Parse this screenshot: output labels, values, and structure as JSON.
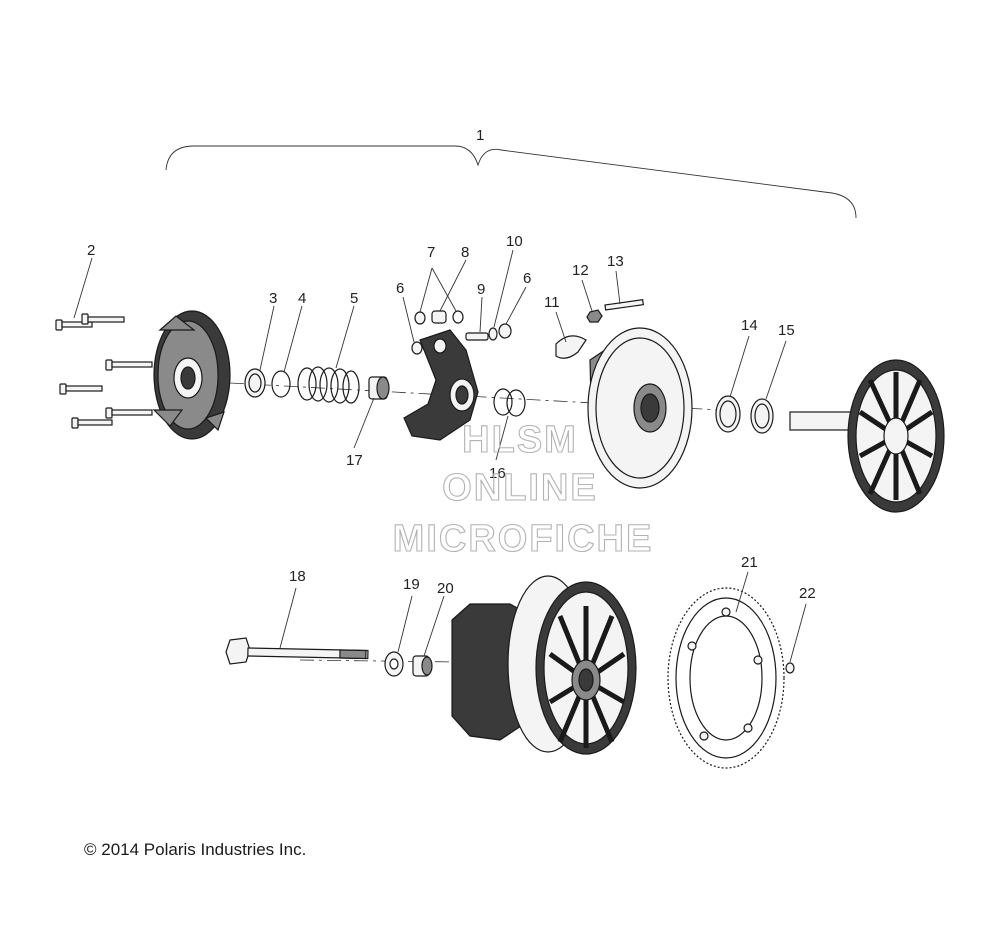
{
  "callouts": {
    "c1": "1",
    "c2": "2",
    "c3": "3",
    "c4": "4",
    "c5": "5",
    "c6a": "6",
    "c6b": "6",
    "c7": "7",
    "c8": "8",
    "c9": "9",
    "c10": "10",
    "c11": "11",
    "c12": "12",
    "c13": "13",
    "c14": "14",
    "c15": "15",
    "c16": "16",
    "c17": "17",
    "c18": "18",
    "c19": "19",
    "c20": "20",
    "c21": "21",
    "c22": "22"
  },
  "watermark": {
    "line1": "HLSM",
    "line2": "ONLINE",
    "line3": "MICROFICHE"
  },
  "copyright": "© 2014 Polaris Industries Inc."
}
